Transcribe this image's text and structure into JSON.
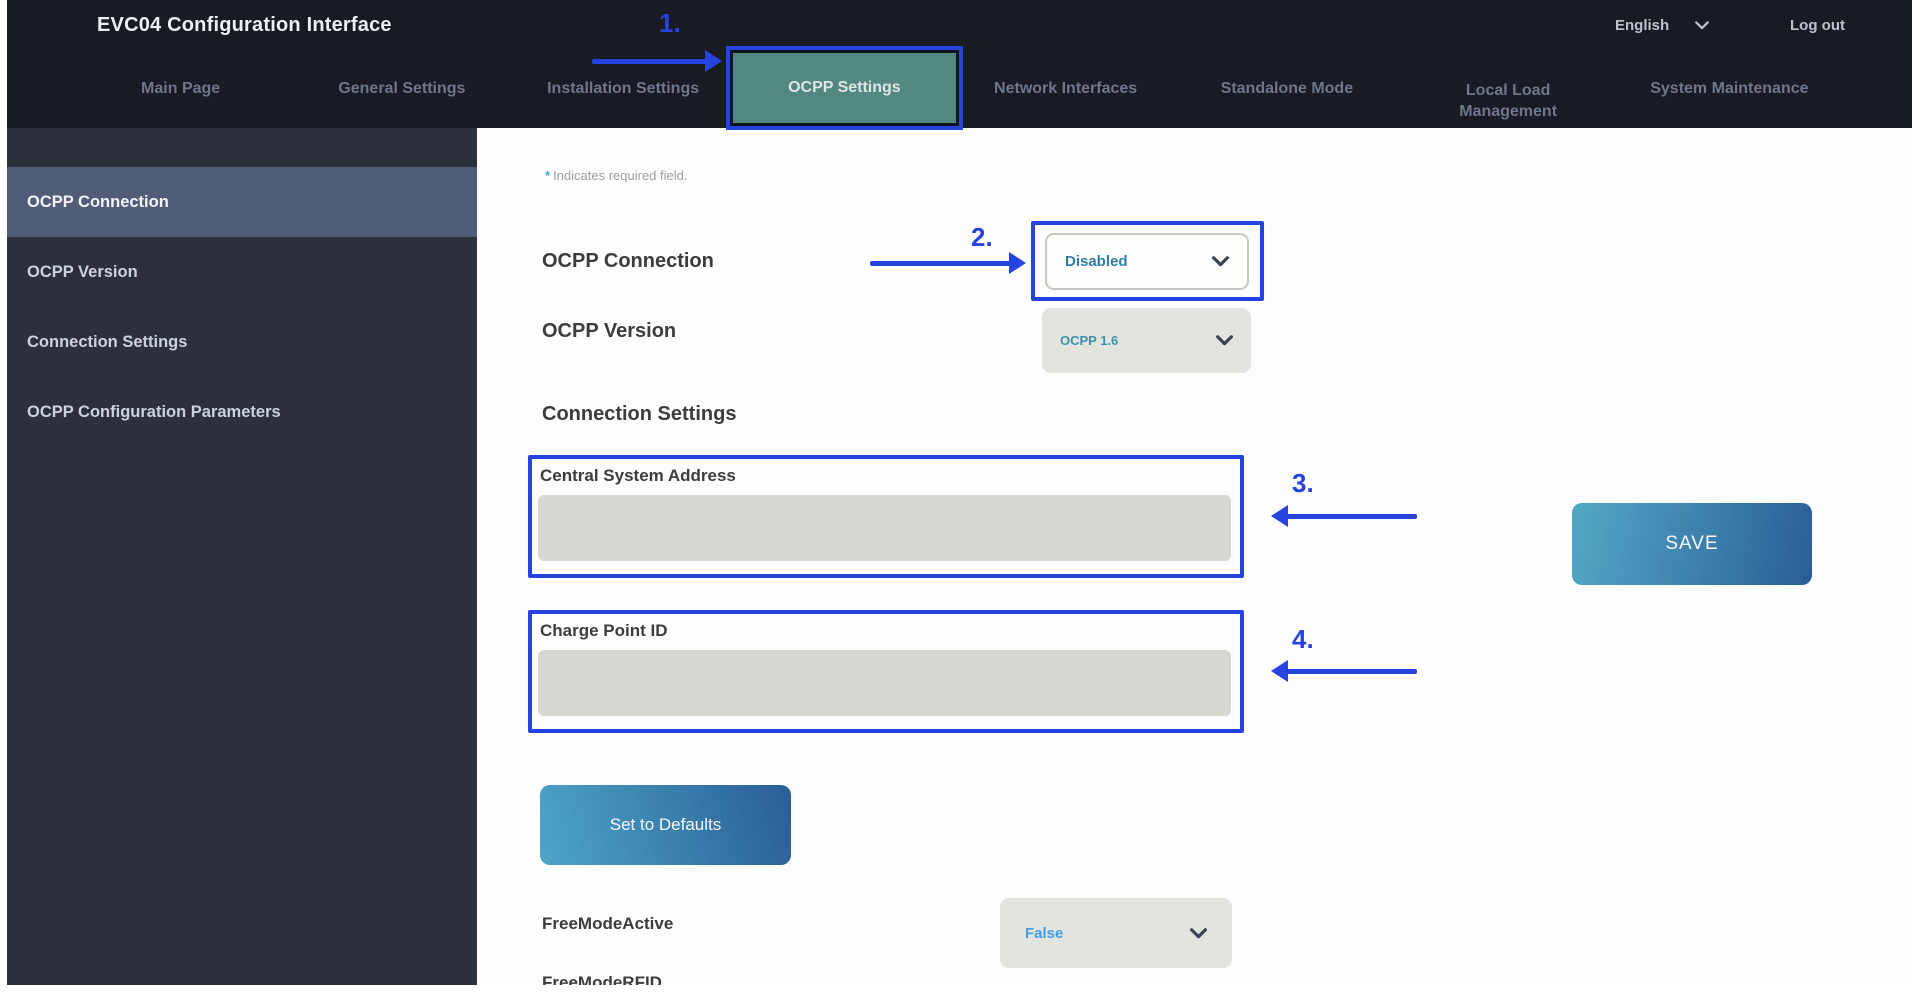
{
  "header": {
    "title": "EVC04 Configuration Interface",
    "language": {
      "selected": "English"
    },
    "logout_label": "Log out",
    "nav": [
      {
        "label": "Main Page",
        "active": false
      },
      {
        "label": "General Settings",
        "active": false
      },
      {
        "label": "Installation Settings",
        "active": false
      },
      {
        "label": "OCPP Settings",
        "active": true
      },
      {
        "label": "Network Interfaces",
        "active": false
      },
      {
        "label": "Standalone Mode",
        "active": false
      },
      {
        "label": "Local Load Management",
        "active": false
      },
      {
        "label": "System Maintenance",
        "active": false
      }
    ]
  },
  "sidebar": {
    "items": [
      {
        "label": "OCPP Connection",
        "active": true
      },
      {
        "label": "OCPP Version",
        "active": false
      },
      {
        "label": "Connection Settings",
        "active": false
      },
      {
        "label": "OCPP Configuration Parameters",
        "active": false
      }
    ]
  },
  "form": {
    "required_star": "*",
    "required_note": "Indicates required field.",
    "ocpp_connection_label": "OCPP Connection",
    "ocpp_connection_value": "Disabled",
    "ocpp_version_label": "OCPP Version",
    "ocpp_version_value": "OCPP 1.6",
    "section_heading": "Connection Settings",
    "central_system_address_label": "Central System Address",
    "central_system_address_value": "",
    "charge_point_id_label": "Charge Point ID",
    "charge_point_id_value": "",
    "free_mode_active_label": "FreeModeActive",
    "free_mode_active_value": "False",
    "free_mode_rfid_label": "FreeModeRFID",
    "save_label": "SAVE",
    "set_defaults_label": "Set to Defaults"
  },
  "annotations": {
    "steps": [
      {
        "label": "1."
      },
      {
        "label": "2."
      },
      {
        "label": "3."
      },
      {
        "label": "4."
      }
    ],
    "accent_color": "#2643df"
  },
  "colors": {
    "header_bg": "#181b23",
    "sidebar_bg": "#2b303b",
    "sidebar_active_bg": "#515d77",
    "active_tab_bg": "#538880",
    "annotation_blue": "#2643df",
    "dropdown_value_teal": "#2e7da7",
    "free_mode_value_blue": "#41a0de",
    "input_bg": "#d9d7d1",
    "save_gradient_start": "#53a8c6",
    "save_gradient_end": "#2a5e95"
  }
}
